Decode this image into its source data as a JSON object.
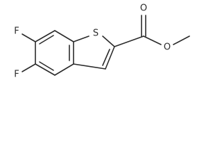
{
  "structure": {
    "atoms": {
      "sulfur": "S",
      "fluorine_upper": "F",
      "fluorine_lower": "F",
      "carbonyl_oxygen": "O",
      "ester_oxygen": "O"
    }
  }
}
